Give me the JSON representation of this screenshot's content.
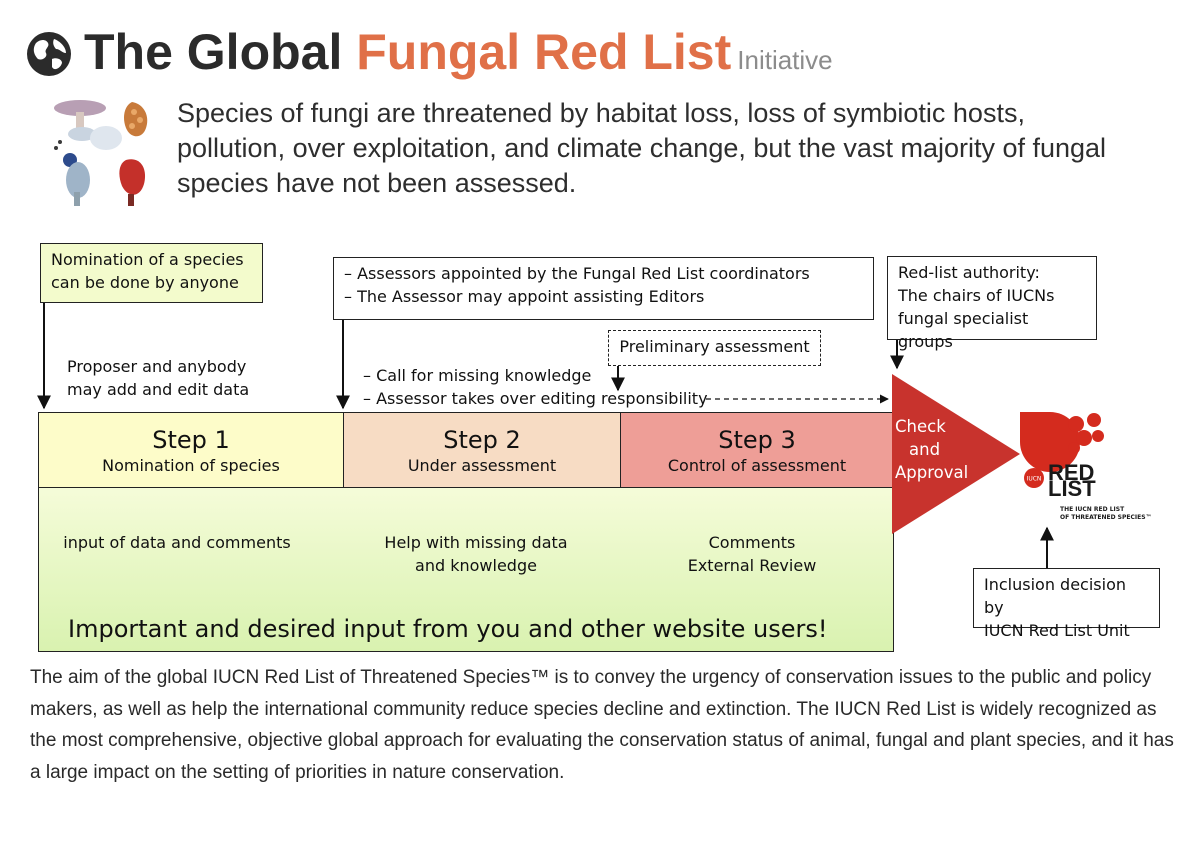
{
  "header": {
    "title_part1": "The Global",
    "title_part2": "Fungal Red List",
    "title_part3": "Initiative",
    "intro": "Species of fungi are threatened by habitat loss, loss of symbiotic hosts, pollution, over exploitation, and climate change, but the vast majority of fungal species have not been assessed."
  },
  "notes": {
    "nomination_line1": "Nomination of a species",
    "nomination_line2": "can be done by anyone",
    "assessors_line1": "– Assessors appointed by the Fungal Red List coordinators",
    "assessors_line2": "– The Assessor may appoint assisting Editors",
    "authority_line1": "Red-list authority:",
    "authority_line2": "The chairs of IUCNs",
    "authority_line3": "fungal specialist groups",
    "preliminary": "Preliminary assessment",
    "proposer_line1": "Proposer and anybody",
    "proposer_line2": "may add and edit data",
    "call_line1": "– Call for missing knowledge",
    "call_line2": "– Assessor takes over editing responsibility",
    "inclusion_line1": "Inclusion decision by",
    "inclusion_line2": "IUCN Red List Unit"
  },
  "steps": [
    {
      "title": "Step 1",
      "subtitle": "Nomination of species",
      "color": "#fdfcc9"
    },
    {
      "title": "Step 2",
      "subtitle": "Under assessment",
      "color": "#f7dcc4"
    },
    {
      "title": "Step 3",
      "subtitle": "Control of assessment",
      "color": "#ee9e97"
    }
  ],
  "approval": {
    "line1": "Check",
    "line2": "and",
    "line3": "Approval",
    "color": "#c8332d"
  },
  "inputs": {
    "input1": "input of data and comments",
    "input2_line1": "Help with missing data",
    "input2_line2": "and knowledge",
    "input3_line1": "Comments",
    "input3_line2": "External Review",
    "important": "Important and desired input from you and other website users!"
  },
  "logo": {
    "line1": "RED",
    "line2": "LIST",
    "iucn": "IUCN",
    "tagline1": "THE IUCN RED LIST",
    "tagline2": "OF THREATENED SPECIES™",
    "color": "#d42b1e"
  },
  "footer": "The aim of the global IUCN Red List of Threatened Species™ is to convey the urgency of conservation issues to the public and policy makers, as well as help the international community reduce species decline and extinction. The IUCN Red List is widely recognized as the most comprehensive, objective global approach for evaluating the conservation status of animal, fungal and plant species, and it has a large impact on the setting of priorities in nature conservation."
}
